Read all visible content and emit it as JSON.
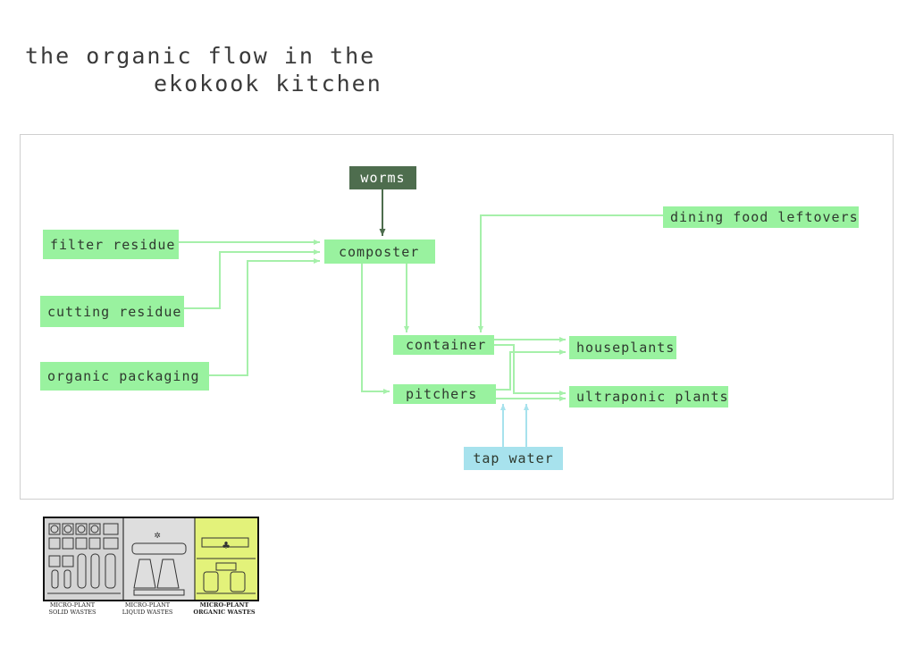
{
  "title": {
    "line1": "the organic flow in the",
    "line2": "ekokook kitchen"
  },
  "nodes": {
    "worms": "worms",
    "filter_residue": "filter residue",
    "cutting_residue": "cutting residue",
    "organic_packaging": "organic packaging",
    "composter": "composter",
    "dining_food_leftovers": "dining food leftovers",
    "container": "container",
    "pitchers": "pitchers",
    "houseplants": "houseplants",
    "ultraponic_plants": "ultraponic plants",
    "tap_water": "tap water"
  },
  "legend": {
    "solid": {
      "line1": "MICRO-PLANT",
      "line2": "SOLID WASTES"
    },
    "liquid": {
      "line1": "MICRO-PLANT",
      "line2": "LIQUID WASTES"
    },
    "organic": {
      "line1": "MICRO-PLANT",
      "line2": "ORGANIC WASTES"
    }
  },
  "colors": {
    "node_green": "#99f29f",
    "edge_green": "#a6f0aa",
    "worms": "#4e6d4e",
    "tap_water": "#a7e2ed",
    "highlight": "#e3f27a"
  }
}
